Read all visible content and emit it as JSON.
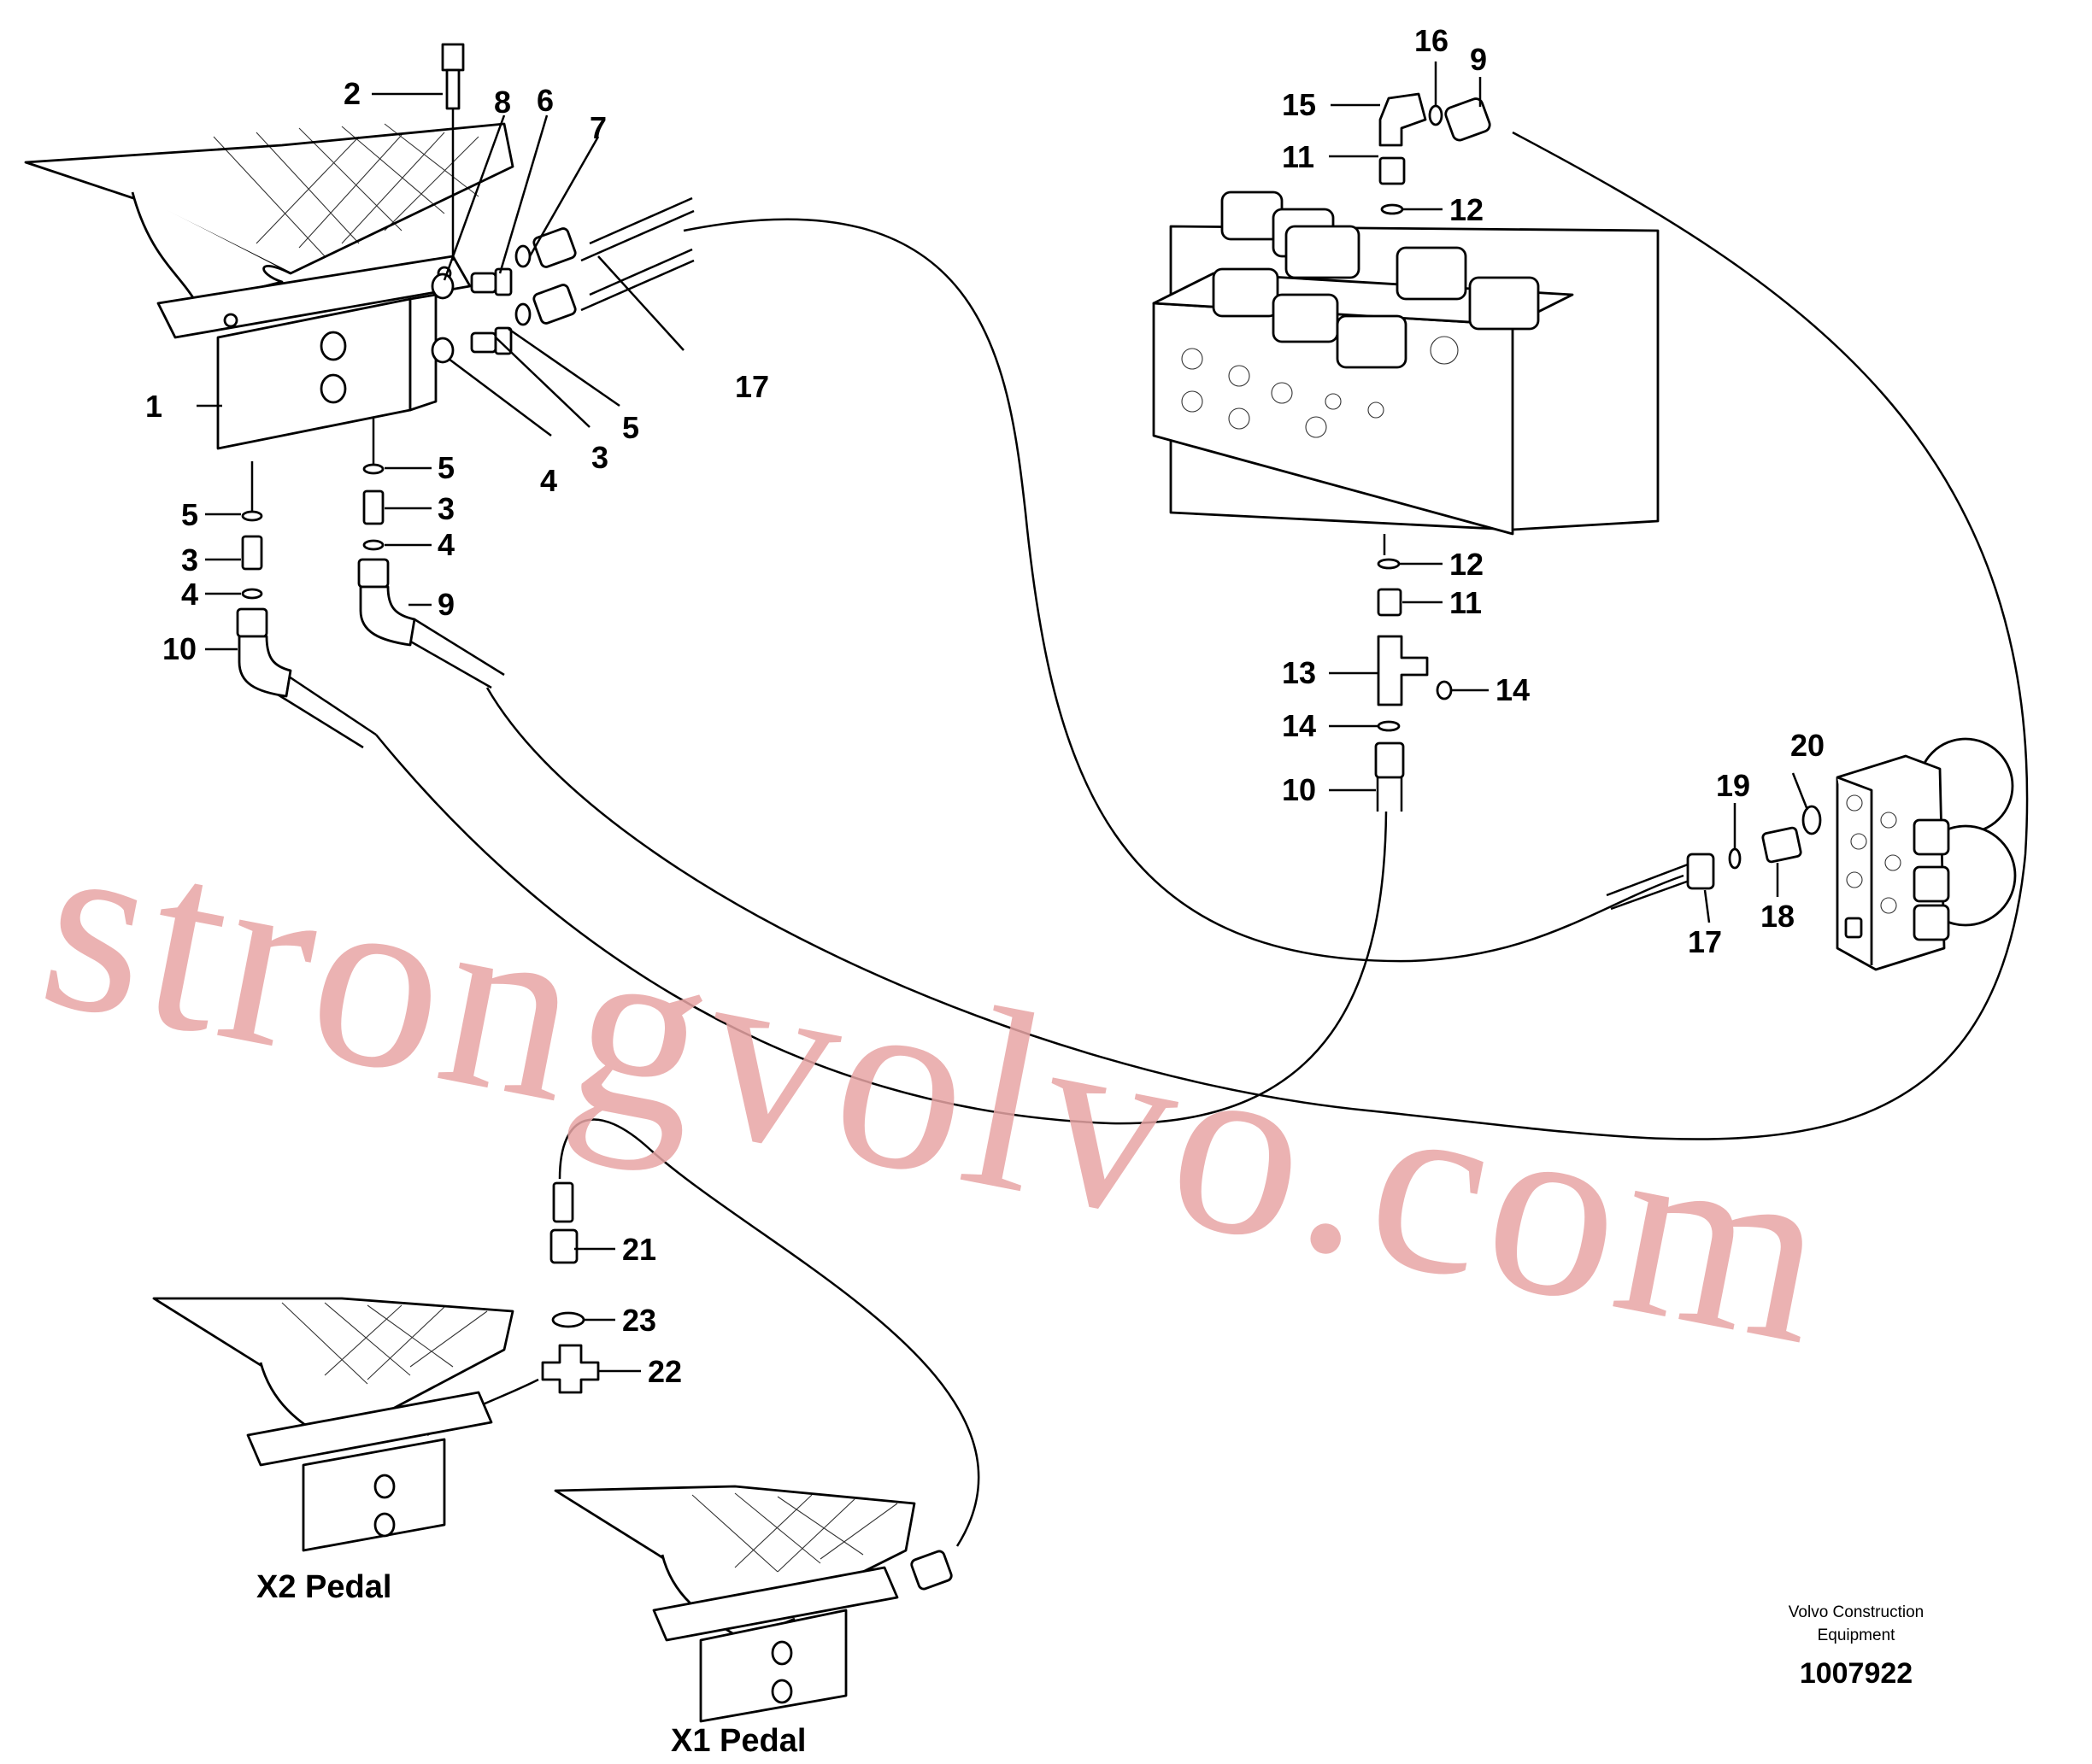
{
  "labels": {
    "n1": "1",
    "n2": "2",
    "n3a": "3",
    "n3b": "3",
    "n3c": "3",
    "n4a": "4",
    "n4b": "4",
    "n4c": "4",
    "n5a": "5",
    "n5b": "5",
    "n5c": "5",
    "n6": "6",
    "n7": "7",
    "n8": "8",
    "n9a": "9",
    "n9b": "9",
    "n10a": "10",
    "n10b": "10",
    "n11a": "11",
    "n11b": "11",
    "n12a": "12",
    "n12b": "12",
    "n13": "13",
    "n14a": "14",
    "n14b": "14",
    "n15": "15",
    "n16": "16",
    "n17a": "17",
    "n17b": "17",
    "n18": "18",
    "n19": "19",
    "n20": "20",
    "n21": "21",
    "n22": "22",
    "n23": "23"
  },
  "pedals": {
    "x1": "X1 Pedal",
    "x2": "X2 Pedal"
  },
  "credit": {
    "line1": "Volvo Construction",
    "line2": "Equipment",
    "number": "1007922"
  },
  "watermark": "strongvolvo.com"
}
